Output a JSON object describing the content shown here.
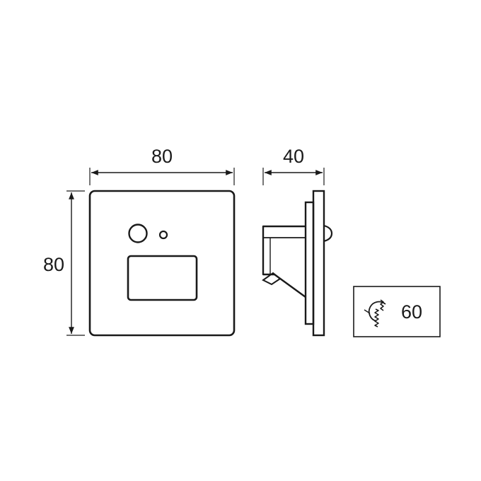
{
  "front_view": {
    "width_label": "80",
    "height_label": "80"
  },
  "side_view": {
    "depth_label": "40"
  },
  "sensor_badge": {
    "icon": "sensor-range-icon",
    "value": "60"
  },
  "colors": {
    "line": "#1a1a1a",
    "background": "#ffffff"
  }
}
